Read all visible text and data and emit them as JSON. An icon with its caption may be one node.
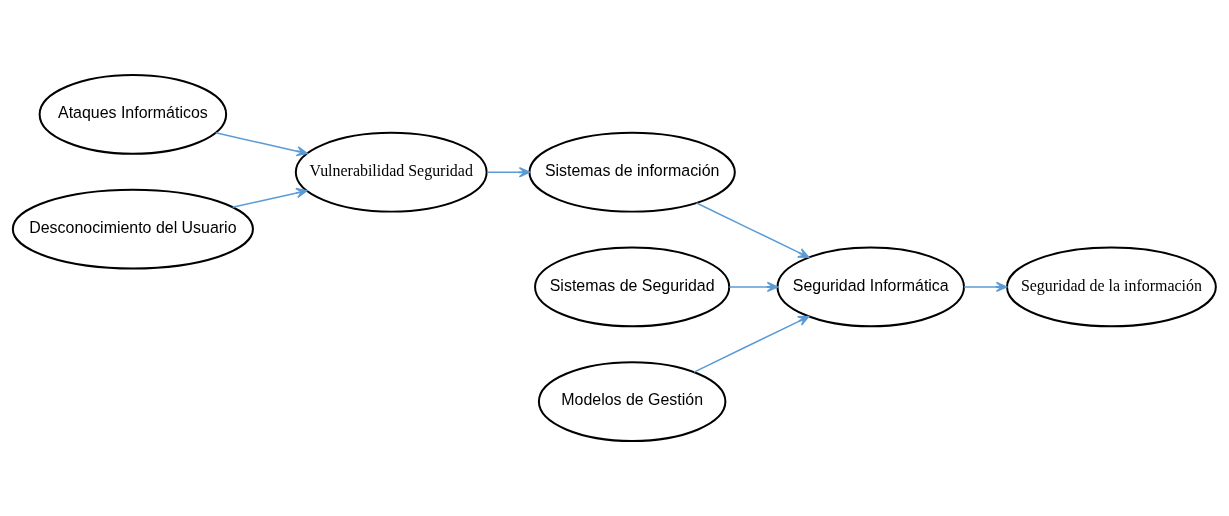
{
  "diagram": {
    "nodes": [
      {
        "text": [
          "Ataques Informáticos"
        ]
      },
      {
        "text": [
          "Vulnerabilidad Seguridad"
        ]
      },
      {
        "text": [
          "Sistemas de información"
        ]
      },
      {
        "text": [
          "Desconocimiento del Usuario"
        ]
      },
      {
        "text": [
          "Sistemas de Seguridad"
        ]
      },
      {
        "text": [
          "Seguridad Informática"
        ]
      },
      {
        "text": [
          "Seguridad de la información"
        ]
      },
      {
        "text": [
          "Modelos de Gestión"
        ]
      }
    ],
    "edges": [
      {
        "from": 0,
        "to": 1,
        "arrow": "to"
      },
      {
        "from": 3,
        "to": 1,
        "arrow": "to"
      },
      {
        "from": 1,
        "to": 2,
        "arrow": "to"
      },
      {
        "from": 2,
        "to": 5,
        "arrow": "to"
      },
      {
        "from": 4,
        "to": 5,
        "arrow": "to"
      },
      {
        "from": 7,
        "to": 5,
        "arrow": "to"
      },
      {
        "from": 5,
        "to": 6,
        "arrow": "to"
      }
    ]
  }
}
